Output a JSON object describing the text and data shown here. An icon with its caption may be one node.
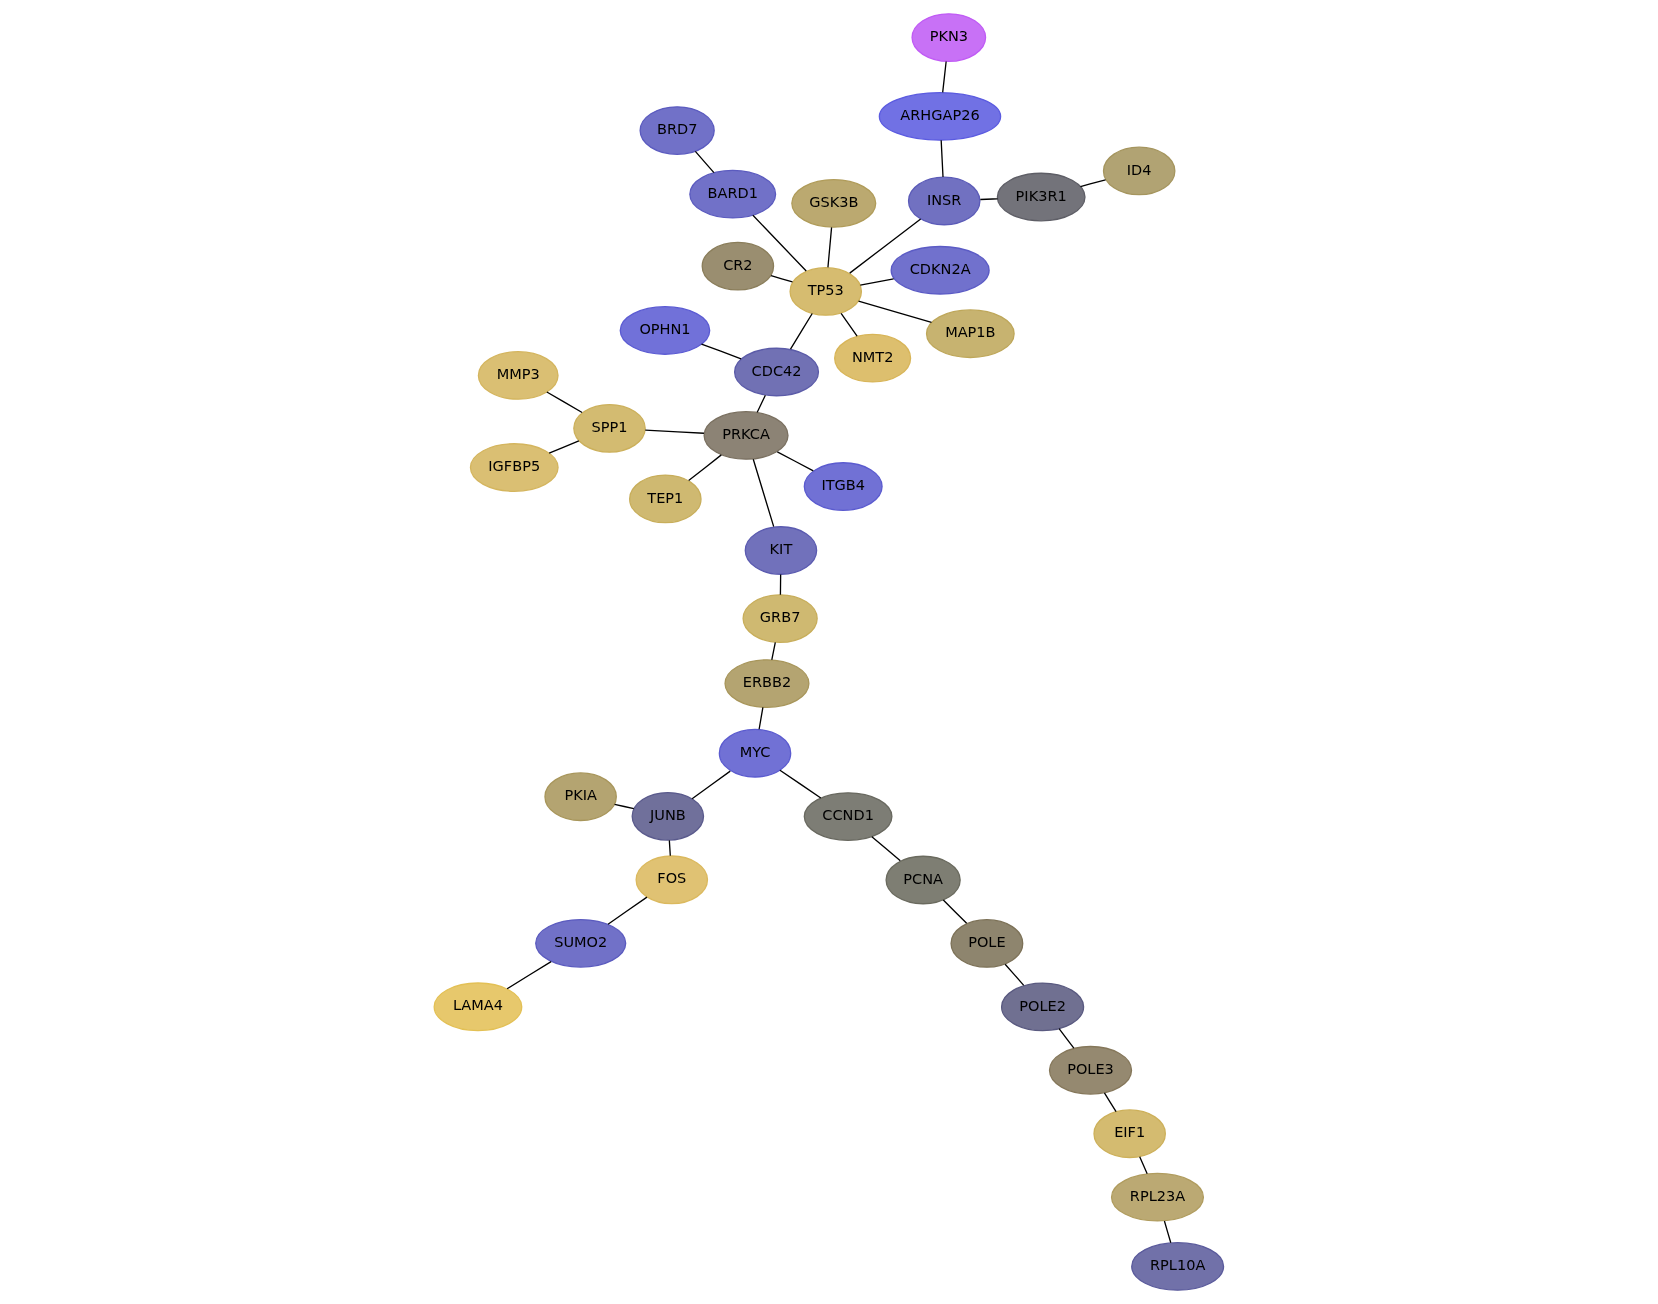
{
  "diagram": {
    "nodes": [
      {
        "text": [
          "LAMA4"
        ]
      },
      {
        "text": [
          "SUMO2"
        ]
      },
      {
        "text": [
          "FOS"
        ]
      },
      {
        "text": [
          "PKIA"
        ]
      },
      {
        "text": [
          "JUNB"
        ]
      },
      {
        "text": [
          "RPL10A"
        ]
      },
      {
        "text": [
          "RPL23A"
        ]
      },
      {
        "text": [
          "EIF1"
        ]
      },
      {
        "text": [
          "POLE3"
        ]
      },
      {
        "text": [
          "POLE2"
        ]
      },
      {
        "text": [
          "POLE"
        ]
      },
      {
        "text": [
          "PCNA"
        ]
      },
      {
        "text": [
          "CCND1"
        ]
      },
      {
        "text": [
          "MYC"
        ]
      },
      {
        "text": [
          "ERBB2"
        ]
      },
      {
        "text": [
          "GRB7"
        ]
      },
      {
        "text": [
          "KIT"
        ]
      },
      {
        "text": [
          "TEP1"
        ]
      },
      {
        "text": [
          "OPHN1"
        ]
      },
      {
        "text": [
          "BRD7"
        ]
      },
      {
        "text": [
          "PRKCA"
        ]
      },
      {
        "text": [
          "CR2"
        ]
      },
      {
        "text": [
          "ITGB4"
        ]
      },
      {
        "text": [
          "BARD1"
        ]
      },
      {
        "text": [
          "CDC42"
        ]
      },
      {
        "text": [
          "SPP1"
        ]
      },
      {
        "text": [
          "CDKN2A"
        ]
      },
      {
        "text": [
          "TP53"
        ]
      },
      {
        "text": [
          "IGFBP5"
        ]
      },
      {
        "text": [
          "MAP1B"
        ]
      },
      {
        "text": [
          "GSK3B"
        ]
      },
      {
        "text": [
          "NMT2"
        ]
      },
      {
        "text": [
          "MMP3"
        ]
      },
      {
        "text": [
          "INSR"
        ]
      },
      {
        "text": [
          "PIK3R1"
        ]
      },
      {
        "text": [
          "ID4"
        ]
      },
      {
        "text": [
          "ARHGAP26"
        ]
      },
      {
        "text": [
          "PKN3"
        ]
      }
    ],
    "edges": [
      {
        "from": 0,
        "to": 1,
        "arrow": "none"
      },
      {
        "from": 1,
        "to": 2,
        "arrow": "none"
      },
      {
        "from": 2,
        "to": 4,
        "arrow": "none"
      },
      {
        "from": 3,
        "to": 4,
        "arrow": "none"
      },
      {
        "from": 4,
        "to": 13,
        "arrow": "none"
      },
      {
        "from": 13,
        "to": 12,
        "arrow": "none"
      },
      {
        "from": 12,
        "to": 11,
        "arrow": "none"
      },
      {
        "from": 11,
        "to": 10,
        "arrow": "none"
      },
      {
        "from": 10,
        "to": 9,
        "arrow": "none"
      },
      {
        "from": 9,
        "to": 8,
        "arrow": "none"
      },
      {
        "from": 8,
        "to": 7,
        "arrow": "none"
      },
      {
        "from": 7,
        "to": 6,
        "arrow": "none"
      },
      {
        "from": 6,
        "to": 5,
        "arrow": "none"
      },
      {
        "from": 13,
        "to": 14,
        "arrow": "none"
      },
      {
        "from": 14,
        "to": 15,
        "arrow": "none"
      },
      {
        "from": 15,
        "to": 16,
        "arrow": "none"
      },
      {
        "from": 16,
        "to": 20,
        "arrow": "none"
      },
      {
        "from": 17,
        "to": 20,
        "arrow": "none"
      },
      {
        "from": 20,
        "to": 22,
        "arrow": "none"
      },
      {
        "from": 20,
        "to": 24,
        "arrow": "none"
      },
      {
        "from": 20,
        "to": 25,
        "arrow": "none"
      },
      {
        "from": 25,
        "to": 28,
        "arrow": "none"
      },
      {
        "from": 25,
        "to": 32,
        "arrow": "none"
      },
      {
        "from": 18,
        "to": 24,
        "arrow": "none"
      },
      {
        "from": 24,
        "to": 27,
        "arrow": "none"
      },
      {
        "from": 19,
        "to": 23,
        "arrow": "none"
      },
      {
        "from": 23,
        "to": 27,
        "arrow": "none"
      },
      {
        "from": 21,
        "to": 27,
        "arrow": "none"
      },
      {
        "from": 26,
        "to": 27,
        "arrow": "none"
      },
      {
        "from": 27,
        "to": 29,
        "arrow": "none"
      },
      {
        "from": 27,
        "to": 30,
        "arrow": "none"
      },
      {
        "from": 27,
        "to": 31,
        "arrow": "none"
      },
      {
        "from": 27,
        "to": 33,
        "arrow": "none"
      },
      {
        "from": 33,
        "to": 34,
        "arrow": "none"
      },
      {
        "from": 34,
        "to": 35,
        "arrow": "none"
      },
      {
        "from": 33,
        "to": 36,
        "arrow": "none"
      },
      {
        "from": 36,
        "to": 37,
        "arrow": "none"
      }
    ]
  }
}
